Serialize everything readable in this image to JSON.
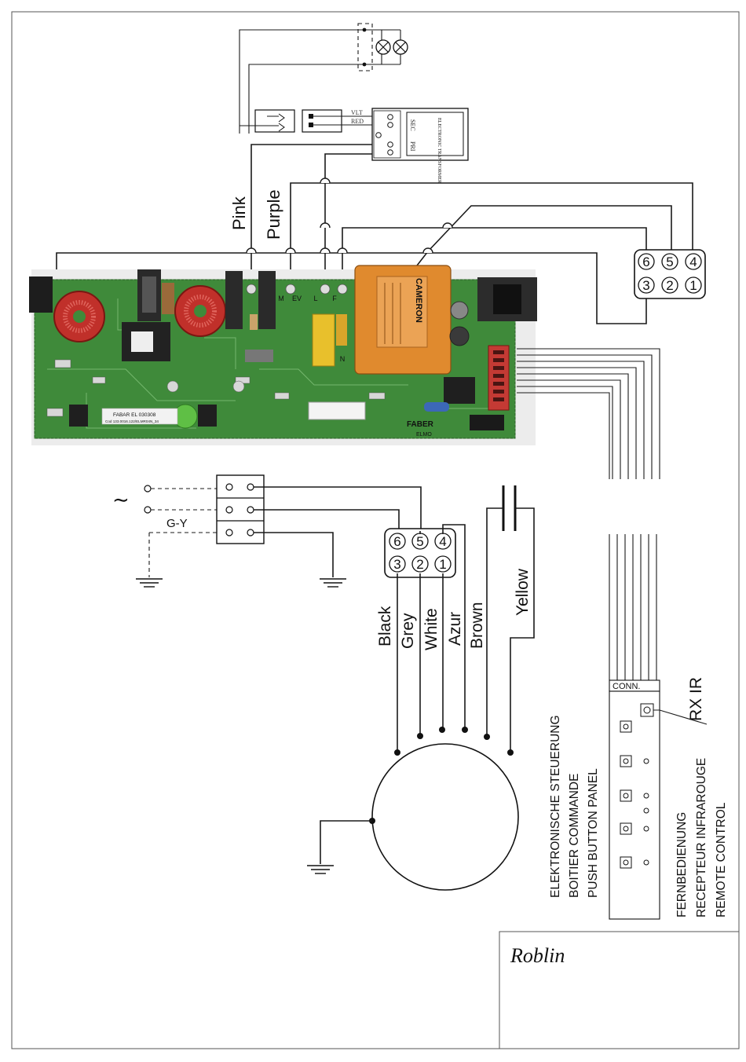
{
  "wires": {
    "top_left": "Pink",
    "top_right": "Purple",
    "motor": [
      "Black",
      "Grey",
      "White",
      "Azur",
      "Brown",
      "Yellow"
    ]
  },
  "labels": {
    "ground": "G-Y",
    "ac_symbol": "∼",
    "conn": "CONN.",
    "rx_ir": "RX IR",
    "transformer_vlt": "VLT",
    "transformer_red": "RED",
    "transformer_sec": "SEC",
    "transformer_pri": "PRI",
    "transformer_name": "ELECTRONIC TRANSFORMER"
  },
  "connector_top": {
    "top_row": [
      "6",
      "5",
      "4"
    ],
    "bottom_row": [
      "3",
      "2",
      "1"
    ]
  },
  "connector_motor": {
    "top_row": [
      "6",
      "5",
      "4"
    ],
    "bottom_row": [
      "3",
      "2",
      "1"
    ]
  },
  "pcb": {
    "board_text": "FABAR EL 030308",
    "board_text2": "Cod 133.0016.122/ELMR04N_34",
    "brand": "FABER",
    "model": "ELMO",
    "relay_brand": "CAMERON"
  },
  "pcb_terminals": [
    "M",
    "EV",
    "L",
    "F",
    "N"
  ],
  "panels": {
    "push_button": [
      "ELEKTRONISCHE STEUERUNG",
      "BOITIER COMMANDE",
      "PUSH BUTTON PANEL"
    ],
    "remote": [
      "FERNBEDIENUNG",
      "RECEPTEUR INFRAROUGE",
      "REMOTE CONTROL"
    ]
  },
  "logo": "Roblin",
  "colors": {
    "pcb_green": "#3f8a3a",
    "coil_red": "#c0302a",
    "relay_orange": "#e08a2e"
  }
}
